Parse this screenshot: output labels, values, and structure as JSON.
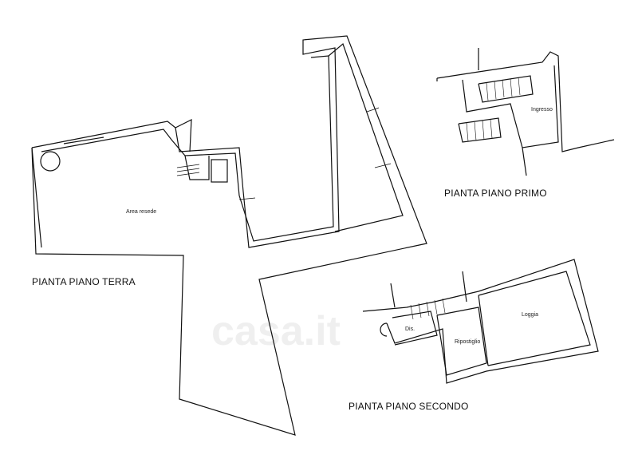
{
  "plans": {
    "ground": {
      "title": "PIANTA PIANO TERRA",
      "rooms": [
        "Area resede"
      ]
    },
    "first": {
      "title": "PIANTA PIANO PRIMO",
      "rooms": [
        "Ingresso"
      ]
    },
    "second": {
      "title": "PIANTA PIANO SECONDO",
      "rooms": [
        "Loggia",
        "Ripostiglio",
        "Dis."
      ]
    }
  },
  "watermark": "casa.it"
}
